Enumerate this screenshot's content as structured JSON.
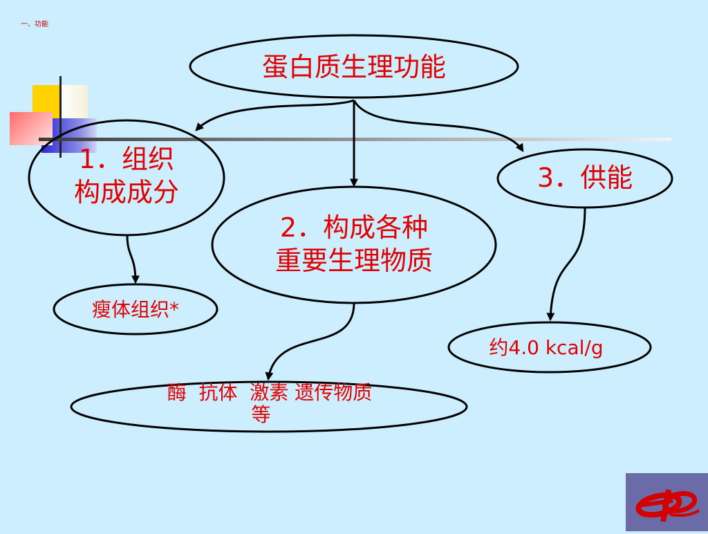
{
  "breadcrumb": "一、功能",
  "root": {
    "label": "蛋白质生理功能"
  },
  "branches": [
    {
      "label_line1": "1．组织",
      "label_line2": "构成成分"
    },
    {
      "label_line1": "2．构成各种",
      "label_line2": "重要生理物质"
    },
    {
      "label_line1": "3．供能"
    }
  ],
  "leaves": [
    {
      "label": "瘦体组织*"
    },
    {
      "label_line1": "酶  抗体  激素 遗传物质",
      "label_line2": "等"
    },
    {
      "label": "约4.0 kcal/g"
    }
  ],
  "colors": {
    "background": "#cceeff",
    "text": "#e00000",
    "stroke": "#000000",
    "logo_bg": "#6b6ba8",
    "logo_mark": "#d40000"
  },
  "icons": {
    "logo": "ep-logo-icon",
    "decoration": "color-squares-decoration"
  }
}
